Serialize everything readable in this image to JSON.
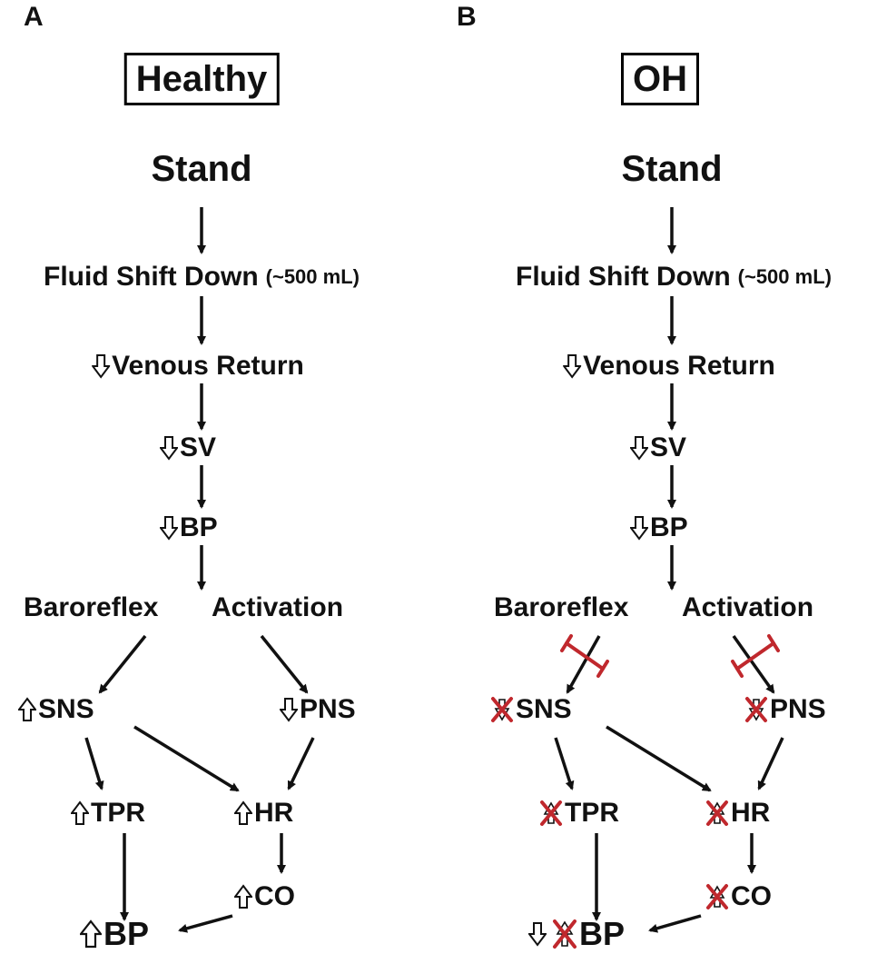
{
  "panels": [
    {
      "letter": "A",
      "header": "Healthy",
      "stand": "Stand",
      "fluid": "Fluid Shift Down",
      "fluid_amount": "(~500 mL)",
      "venous": "Venous Return",
      "sv": "SV",
      "bp1": "BP",
      "baro_left": "Baroreflex",
      "baro_right": "Activation",
      "sns": "SNS",
      "pns": "PNS",
      "tpr": "TPR",
      "hr": "HR",
      "co": "CO",
      "bp_final": "BP"
    },
    {
      "letter": "B",
      "header": "OH",
      "stand": "Stand",
      "fluid": "Fluid Shift Down",
      "fluid_amount": "(~500 mL)",
      "venous": "Venous Return",
      "sv": "SV",
      "bp1": "BP",
      "baro_left": "Baroreflex",
      "baro_right": "Activation",
      "sns": "SNS",
      "pns": "PNS",
      "tpr": "TPR",
      "hr": "HR",
      "co": "CO",
      "bp_final": "BP"
    }
  ],
  "icons": {
    "up": "up-outline-arrow-icon",
    "down": "down-outline-arrow-icon",
    "blocked": "red-x-icon",
    "inhibition": "red-inhibition-bar-icon"
  },
  "colors": {
    "ink": "#111111",
    "block_red": "#c0282d"
  }
}
